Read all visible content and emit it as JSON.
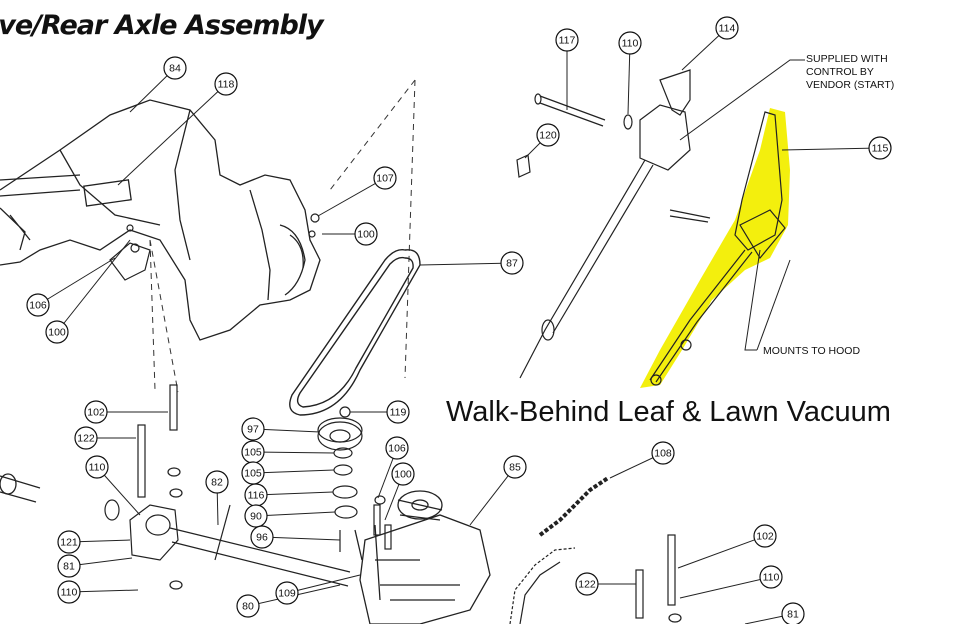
{
  "title": "ive/Rear Axle Assembly",
  "caption": "Walk-Behind Leaf & Lawn Vacuum",
  "notes": {
    "supplied": [
      "SUPPLIED WITH",
      "CONTROL BY",
      "VENDOR (START)"
    ],
    "mounts": "MOUNTS TO HOOD"
  },
  "highlight_color": "#f2ee00",
  "callouts": [
    {
      "id": "84"
    },
    {
      "id": "118"
    },
    {
      "id": "107"
    },
    {
      "id": "100"
    },
    {
      "id": "106"
    },
    {
      "id": "100"
    },
    {
      "id": "87"
    },
    {
      "id": "117"
    },
    {
      "id": "110"
    },
    {
      "id": "114"
    },
    {
      "id": "120"
    },
    {
      "id": "115"
    },
    {
      "id": "102"
    },
    {
      "id": "122"
    },
    {
      "id": "119"
    },
    {
      "id": "97"
    },
    {
      "id": "105"
    },
    {
      "id": "105"
    },
    {
      "id": "106"
    },
    {
      "id": "100"
    },
    {
      "id": "110"
    },
    {
      "id": "82"
    },
    {
      "id": "116"
    },
    {
      "id": "90"
    },
    {
      "id": "96"
    },
    {
      "id": "121"
    },
    {
      "id": "81"
    },
    {
      "id": "110"
    },
    {
      "id": "80"
    },
    {
      "id": "109"
    },
    {
      "id": "85"
    },
    {
      "id": "108"
    },
    {
      "id": "102"
    },
    {
      "id": "122"
    },
    {
      "id": "110"
    },
    {
      "id": "81"
    }
  ]
}
